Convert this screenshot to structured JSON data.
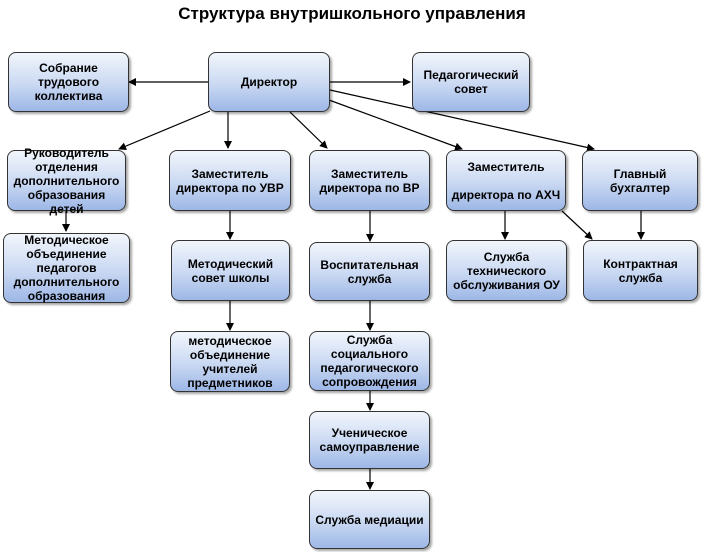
{
  "title": "Структура внутришкольного управления",
  "nodes": {
    "sobranie": "Собрание трудового коллектива",
    "direktor": "Директор",
    "pedsovet": "Педагогический совет",
    "rukovoditel": "Руководитель отделения дополнительного образования детей",
    "zam_uvr": "Заместитель директора по УВР",
    "zam_vr": "Заместитель директора по ВР",
    "zam_ahch": "Заместитель\n\nдиректора по АХЧ",
    "buhgalter": "Главный бухгалтер",
    "metod_dop": "Методическое объединение педагогов дополнительного образования",
    "metod_sovet": "Методический совет школы",
    "vospit": "Воспитательная служба",
    "sluzhba_teh": "Служба технического обслуживания ОУ",
    "kontrakt": "Контрактная служба",
    "metod_obed": "методическое объединение учителей предметников",
    "sluzhba_soc": "Служба социального педагогического сопровождения",
    "uchen": "Ученическое самоуправление",
    "mediaciya": "Служба медиации"
  }
}
